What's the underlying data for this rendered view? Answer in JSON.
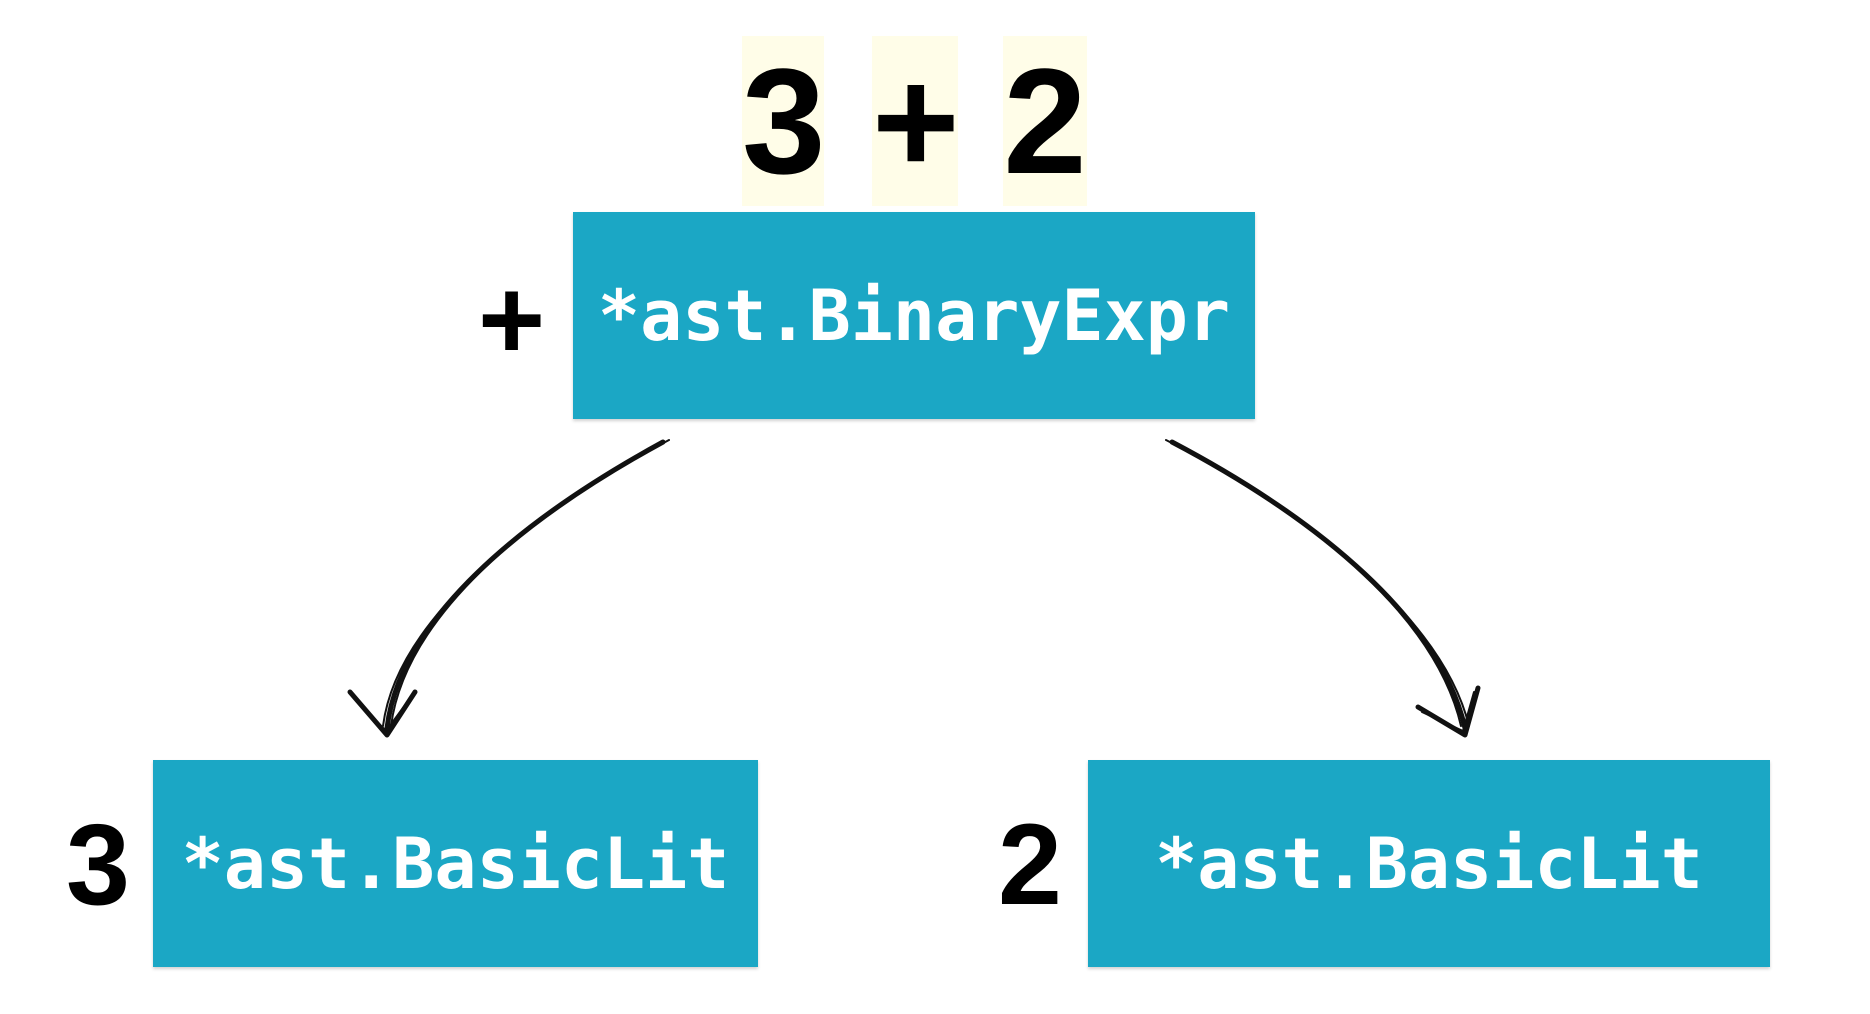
{
  "expression": {
    "tokens": [
      "3",
      "+",
      "2"
    ]
  },
  "tree": {
    "root": {
      "type": "*ast.BinaryExpr",
      "op": "+"
    },
    "left": {
      "type": "*ast.BasicLit",
      "value": "3"
    },
    "right": {
      "type": "*ast.BasicLit",
      "value": "2"
    }
  },
  "colors": {
    "node_fill": "#1ba7c5",
    "node_text": "#ffffff",
    "token_highlight": "#fffde8",
    "edge": "#111111"
  }
}
